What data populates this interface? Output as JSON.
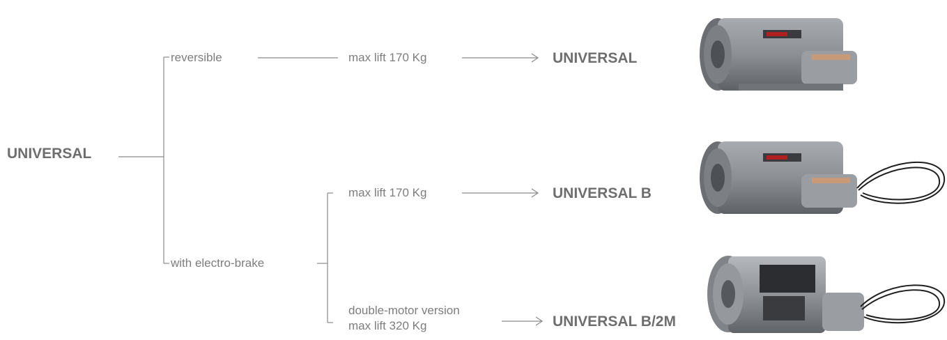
{
  "root": {
    "label": "UNIVERSAL"
  },
  "branches": [
    {
      "label": "reversible"
    },
    {
      "label": "with electro-brake"
    }
  ],
  "leaves": [
    {
      "spec": "max lift 170 Kg",
      "product": "UNIVERSAL",
      "image": "motor-icon"
    },
    {
      "spec": "max lift 170 Kg",
      "product": "UNIVERSAL B",
      "image": "motor-with-cable-icon"
    },
    {
      "spec_line1": "double-motor version",
      "spec_line2": "max lift 320 Kg",
      "product": "UNIVERSAL B/2M",
      "image": "double-motor-with-cable-icon"
    }
  ],
  "colors": {
    "line": "#8a8a8a",
    "text": "#7d7d7d",
    "product_text": "#6e6e6e",
    "motor_body": "#8c8f93",
    "motor_dark": "#5e6166"
  }
}
